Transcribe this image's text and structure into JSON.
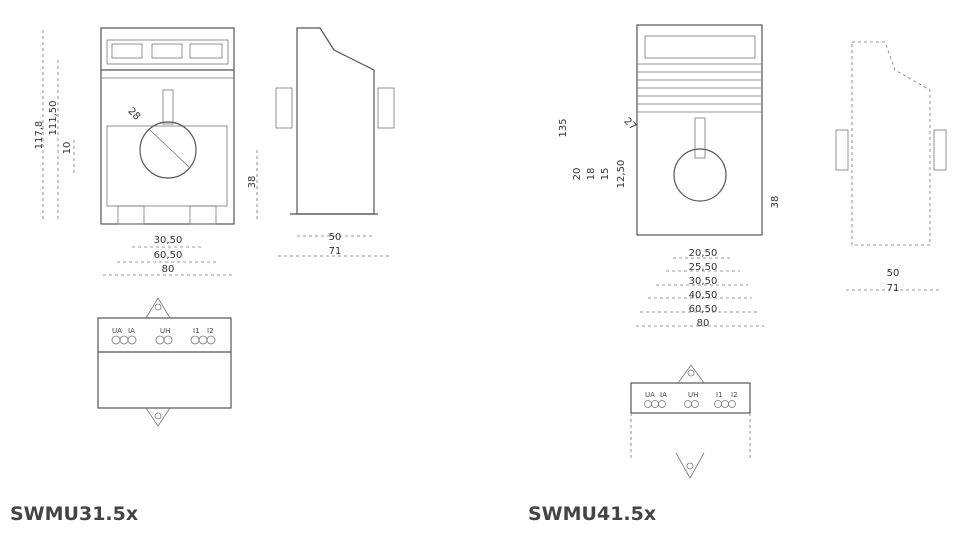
{
  "left": {
    "model": "SWMU31.5x",
    "dims": {
      "h1": "117,8",
      "h2": "111,50",
      "h3": "10",
      "h4": "38",
      "dia": "28",
      "w1": "30,50",
      "w2": "60,50",
      "w3": "80",
      "side1": "50",
      "side2": "71"
    },
    "terminal_labels": [
      "UA",
      "IA",
      "UH",
      "I1",
      "I2"
    ]
  },
  "right": {
    "model": "SWMU41.5x",
    "dims": {
      "h1": "135",
      "v1": "20",
      "v2": "18",
      "v3": "15",
      "v4": "12,50",
      "dia": "27",
      "h4": "38",
      "w1": "20,50",
      "w2": "25,50",
      "w3": "30,50",
      "w4": "40,50",
      "w5": "60,50",
      "w6": "80",
      "side1": "50",
      "side2": "71"
    },
    "terminal_labels": [
      "UA",
      "IA",
      "UH",
      "I1",
      "I2"
    ]
  }
}
